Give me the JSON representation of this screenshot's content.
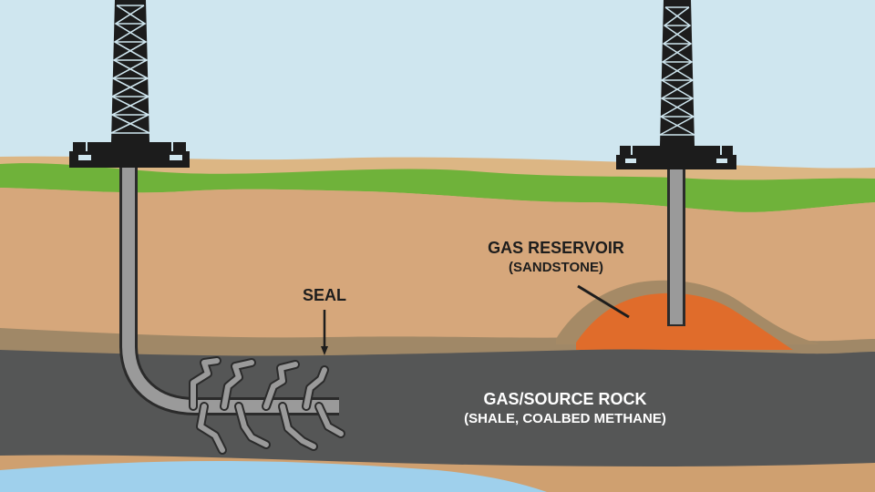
{
  "labels": {
    "seal": "SEAL",
    "gas_reservoir": "GAS RESERVOIR",
    "gas_reservoir_sub": "(SANDSTONE)",
    "source_rock": "GAS/SOURCE ROCK",
    "source_rock_sub": "(SHALE, COALBED METHANE)"
  },
  "colors": {
    "sky": "#cfe6ef",
    "grass": "#6fb23a",
    "topsoil_tan": "#d9b07d",
    "sediment": "#d4a57a",
    "seal_layer": "#9f8a6e",
    "shale": "#555555",
    "reservoir": "#e06c2b",
    "aquifer": "#9fd0ec",
    "deep_tan": "#cfa070",
    "well_pipe": "#9a9a9a",
    "rig": "#1c1c1c"
  }
}
